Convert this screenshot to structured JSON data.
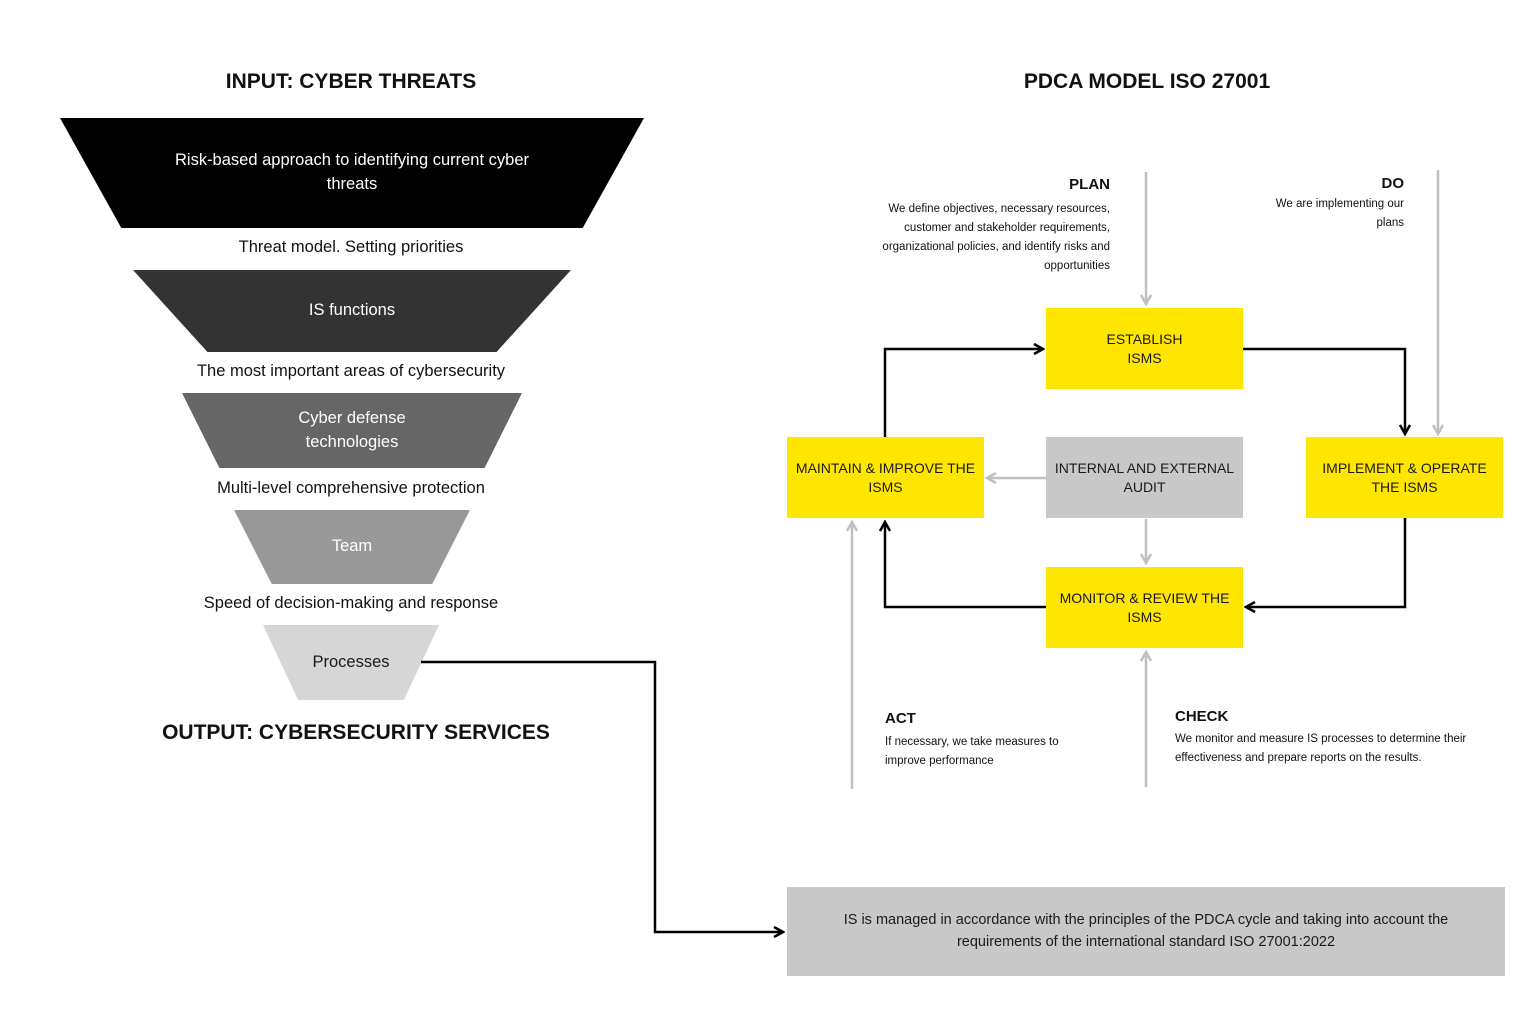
{
  "funnel": {
    "input_title": "INPUT: CYBER THREATS",
    "output_title": "OUTPUT: CYBERSECURITY SERVICES",
    "levels": [
      {
        "label": "Risk-based approach to identifying current cyber threats",
        "color": "#000000",
        "text_color": "#ffffff"
      },
      {
        "label": "IS functions",
        "color": "#333333",
        "text_color": "#ffffff"
      },
      {
        "label": "Cyber defense technologies",
        "color": "#666666",
        "text_color": "#ffffff"
      },
      {
        "label": "Team",
        "color": "#999999",
        "text_color": "#ffffff"
      },
      {
        "label": "Processes",
        "color": "#d6d6d6",
        "text_color": "#1a1a1a"
      }
    ],
    "between": [
      "Threat model. Setting priorities",
      "The most important areas of cybersecurity",
      "Multi-level comprehensive protection",
      "Speed of decision-making and response"
    ]
  },
  "pdca": {
    "title": "PDCA MODEL ISO 27001",
    "plan": {
      "title": "PLAN",
      "desc": "We define objectives, necessary resources, customer and stakeholder requirements, organizational policies, and identify risks and opportunities"
    },
    "do": {
      "title": "DO",
      "desc": "We are implementing our plans"
    },
    "act": {
      "title": "ACT",
      "desc": "If necessary, we take measures to improve performance"
    },
    "check": {
      "title": "CHECK",
      "desc": "We monitor and measure IS processes to determine their effectiveness and prepare reports on the results."
    },
    "boxes": {
      "establish": "ESTABLISH ISMS",
      "implement": "IMPLEMENT & OPERATE THE ISMS",
      "monitor": "MONITOR & REVIEW THE ISMS",
      "maintain": "MAINTAIN & IMPROVE THE ISMS",
      "audit": "INTERNAL AND EXTERNAL AUDIT"
    },
    "colors": {
      "accent": "#ffe600",
      "neutral": "#c8c8c8",
      "arrow_main": "#000000",
      "arrow_input": "#c0c0c0"
    }
  },
  "summary": "IS is managed in accordance with the principles of the PDCA cycle and taking into account the requirements of the international standard ISO 27001:2022"
}
